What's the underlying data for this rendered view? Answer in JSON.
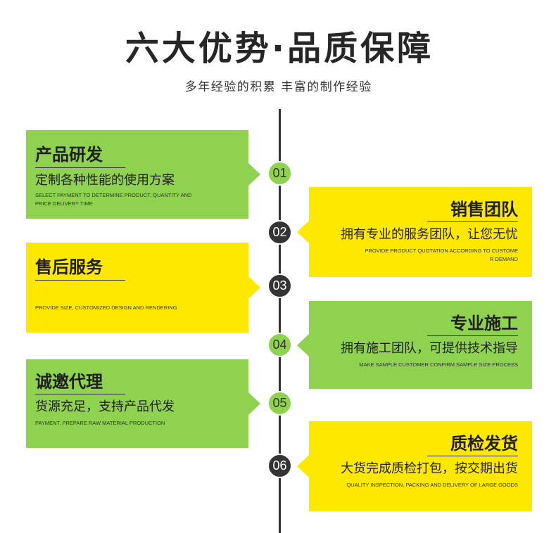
{
  "header": {
    "title": "六大优势·品质保障",
    "subtitle": "多年经验的积累 丰富的制作经验"
  },
  "colors": {
    "timeline_line": "#333333"
  },
  "steps": [
    {
      "number": "01",
      "title": "产品研发",
      "description": "定制各种性能的使用方案",
      "english": [
        "SELECT PAYMENT TO DETERMINE PRODUCT, QUANTITY AND",
        "PRICE DELIVERY TIME"
      ],
      "card_color": "#8fd24f",
      "marker_color": "#8fd24f",
      "number_color": "#333333"
    },
    {
      "number": "02",
      "title": "销售团队",
      "description": "拥有专业的服务团队，让您无忧",
      "english": [
        "PROVIDE PRODUCT QUOTATION ACCORDING TO CUSTOME",
        "R DEMAND"
      ],
      "card_color": "#ffe800",
      "marker_color": "#343434",
      "number_color": "#ffffff"
    },
    {
      "number": "03",
      "title": "售后服务",
      "english": [
        "PROVIDE SIZE, CUSTOMIZED DESIGN AND RENDERING"
      ],
      "card_color": "#ffe800",
      "marker_color": "#343434",
      "number_color": "#ffffff"
    },
    {
      "number": "04",
      "title": "专业施工",
      "description": "拥有施工团队，可提供技术指导",
      "english": [
        "MAKE SAMPLE CUSTOMER CONFIRM SAMPLE SIZE PROCESS"
      ],
      "card_color": "#8fd24f",
      "marker_color": "#8fd24f",
      "number_color": "#333333"
    },
    {
      "number": "05",
      "title": "诚邀代理",
      "description": "货源充足，支持产品代发",
      "english": [
        "PAYMENT, PREPARE RAW MATERIAL PRODUCTION"
      ],
      "card_color": "#8fd24f",
      "marker_color": "#8fd24f",
      "number_color": "#333333"
    },
    {
      "number": "06",
      "title": "质检发货",
      "description": "大货完成质检打包，按交期出货",
      "english": [
        "QUALITY INSPECTION, PACKING AND DELIVERY OF LARGE GOODS"
      ],
      "card_color": "#ffe800",
      "marker_color": "#343434",
      "number_color": "#ffffff"
    }
  ]
}
